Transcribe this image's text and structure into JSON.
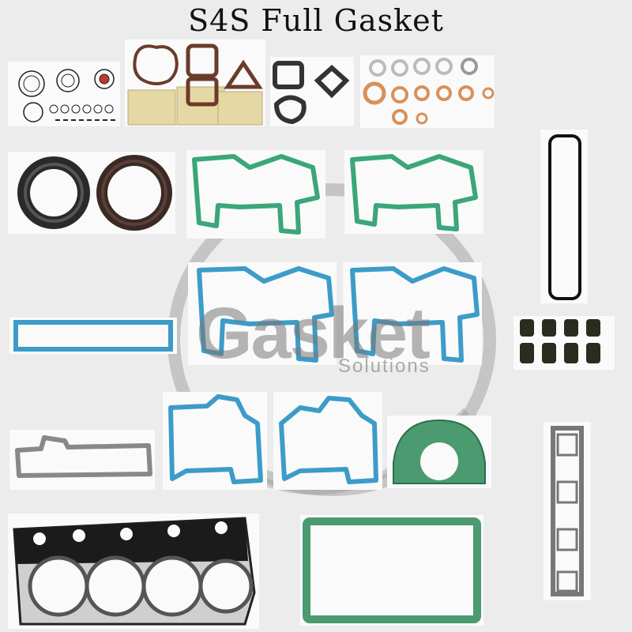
{
  "title": "S4S Full Gasket",
  "watermark": {
    "brand": "Gasket",
    "tagline": "Solutions"
  },
  "colors": {
    "green": "#3aa67a",
    "blue": "#3c9cc8",
    "paper": "#e6d8a4",
    "copper": "#d9905a",
    "rubber": "#3a2a24"
  },
  "parts": [
    "o-ring-set",
    "timing-cover-paper-gaskets",
    "flange-gaskets",
    "copper-washers",
    "crankshaft-oil-seals",
    "gear-case-gasket-a",
    "gear-case-gasket-b",
    "valve-cover-gasket",
    "rectangular-gasket",
    "gear-case-gasket-c",
    "gear-case-gasket-d",
    "valve-stem-seals",
    "oil-cooler-gasket",
    "front-plate-gasket-a",
    "front-plate-gasket-b",
    "rear-seal-housing-gasket",
    "exhaust-manifold-gasket",
    "cylinder-head-gasket",
    "oil-pan-gasket"
  ]
}
